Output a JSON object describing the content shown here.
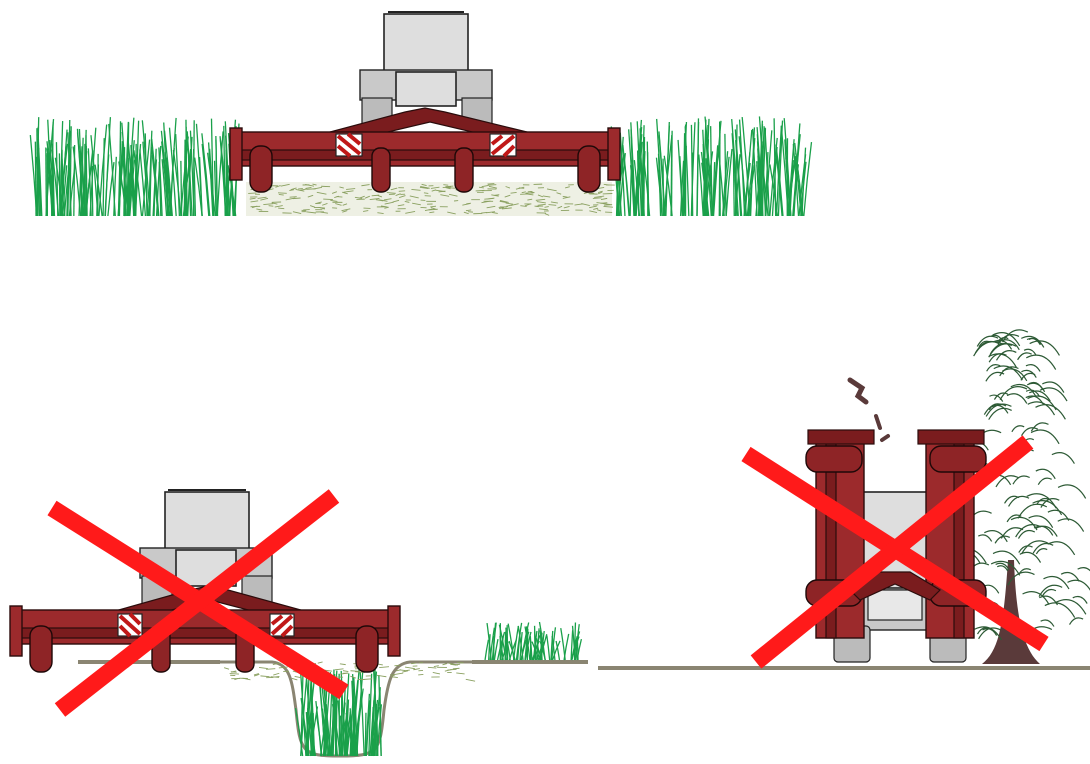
{
  "diagram": {
    "panels": [
      {
        "id": "correct-use",
        "marked_wrong": false
      },
      {
        "id": "ditch-misuse",
        "marked_wrong": true
      },
      {
        "id": "raised-wings-tree-misuse",
        "marked_wrong": true
      }
    ],
    "colors": {
      "machine_red": "#9c2a2c",
      "tractor_grey": "#dedede",
      "grass_green": "#1aa04a",
      "tree_green": "#2d5a35",
      "ground": "#8a8572",
      "cross_red": "#ff1a1a"
    },
    "icons": [
      "tractor-icon",
      "mower-icon",
      "grass-icon",
      "tree-icon",
      "cross-icon"
    ]
  }
}
